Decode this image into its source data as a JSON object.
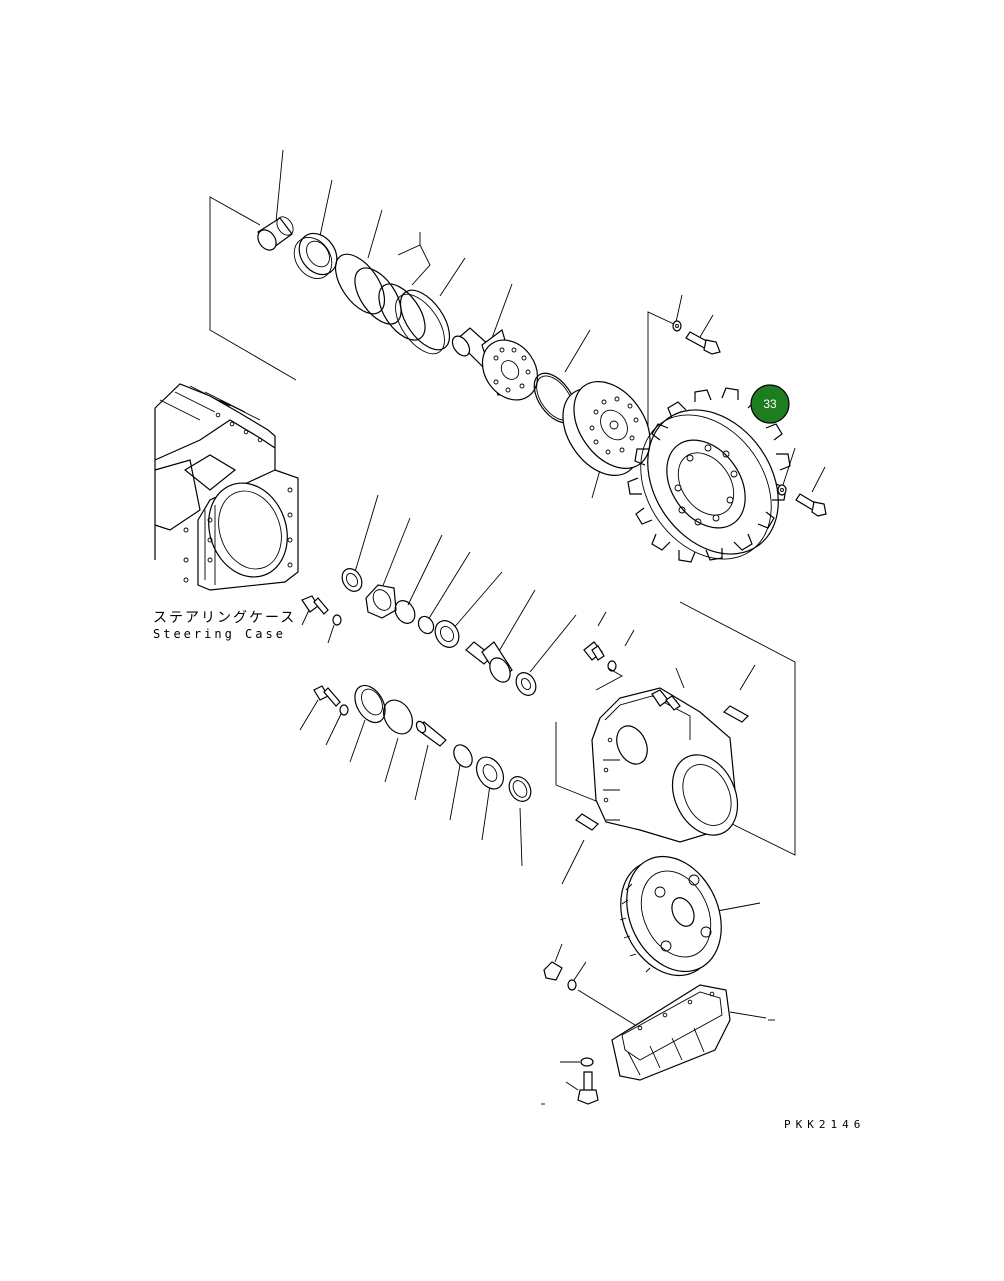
{
  "caption": {
    "japanese": "ステアリングケース",
    "english": "Steering Case"
  },
  "drawing_code": "PKK2146",
  "callout": {
    "number": "33",
    "color": "#1e7d1e",
    "border_color": "#000000",
    "text_color": "#ffffff"
  },
  "line_color": "#000000",
  "background": "#ffffff"
}
